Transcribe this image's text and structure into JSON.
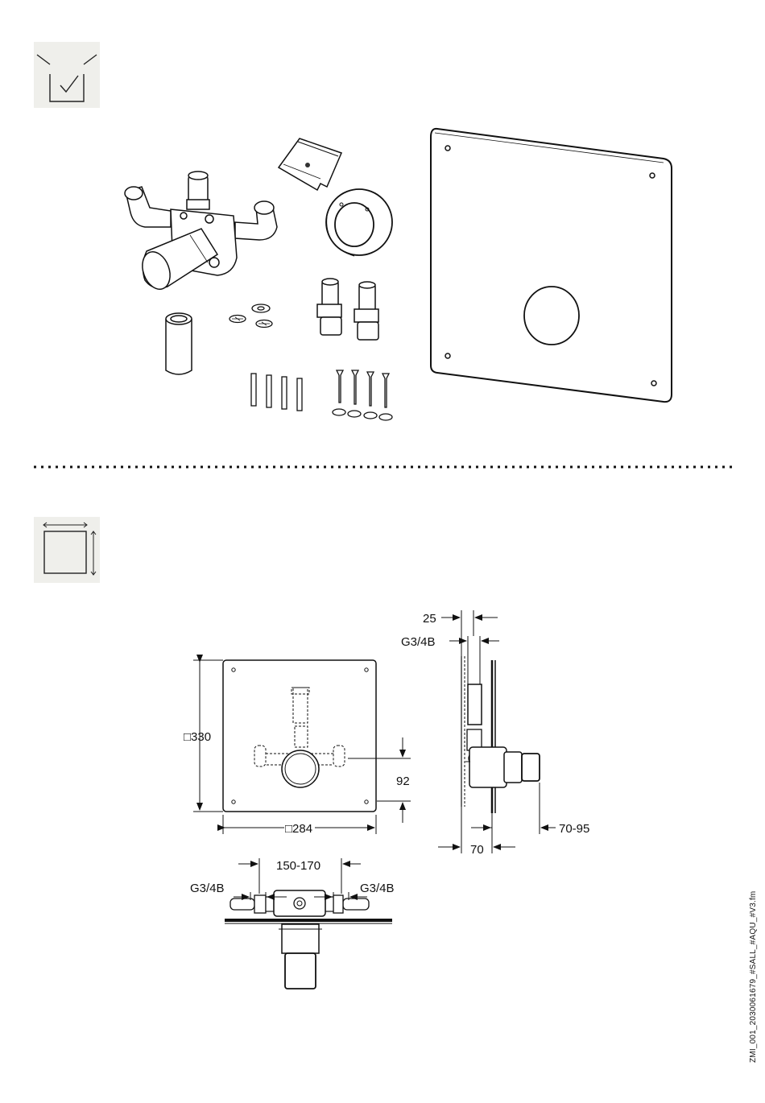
{
  "dimensions": {
    "d25": "25",
    "g34_top": "G3/4B",
    "sq330": "□330",
    "d92": "92",
    "sq284": "□284",
    "d70": "70",
    "d7095": "70-95",
    "d150170": "150-170",
    "g34_left": "G3/4B",
    "g34_right": "G3/4B"
  },
  "document_code": "ZMI_001_2030061679_#SALL_#AQU_#V3.fm"
}
